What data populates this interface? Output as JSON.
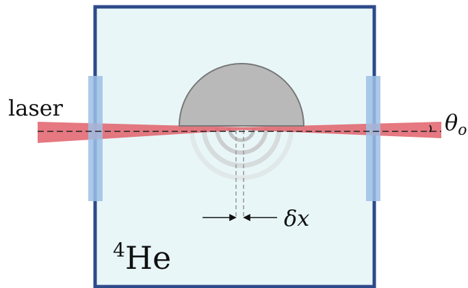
{
  "labels": {
    "laser": "laser",
    "theta_symbol": "θ",
    "theta_subscript": "o",
    "delta_x": "δx",
    "helium_mass_number": "4",
    "helium_symbol": "He"
  },
  "colors": {
    "cell_fill": "#e8f6f8",
    "cell_border": "#2d4a8a",
    "window": "#9dbfe6",
    "laser_beam": "#e0606a",
    "hemisphere": "#b9b9b9",
    "hemisphere_edge": "#777777",
    "ripple": "#bdbdbd",
    "text": "#111111"
  }
}
